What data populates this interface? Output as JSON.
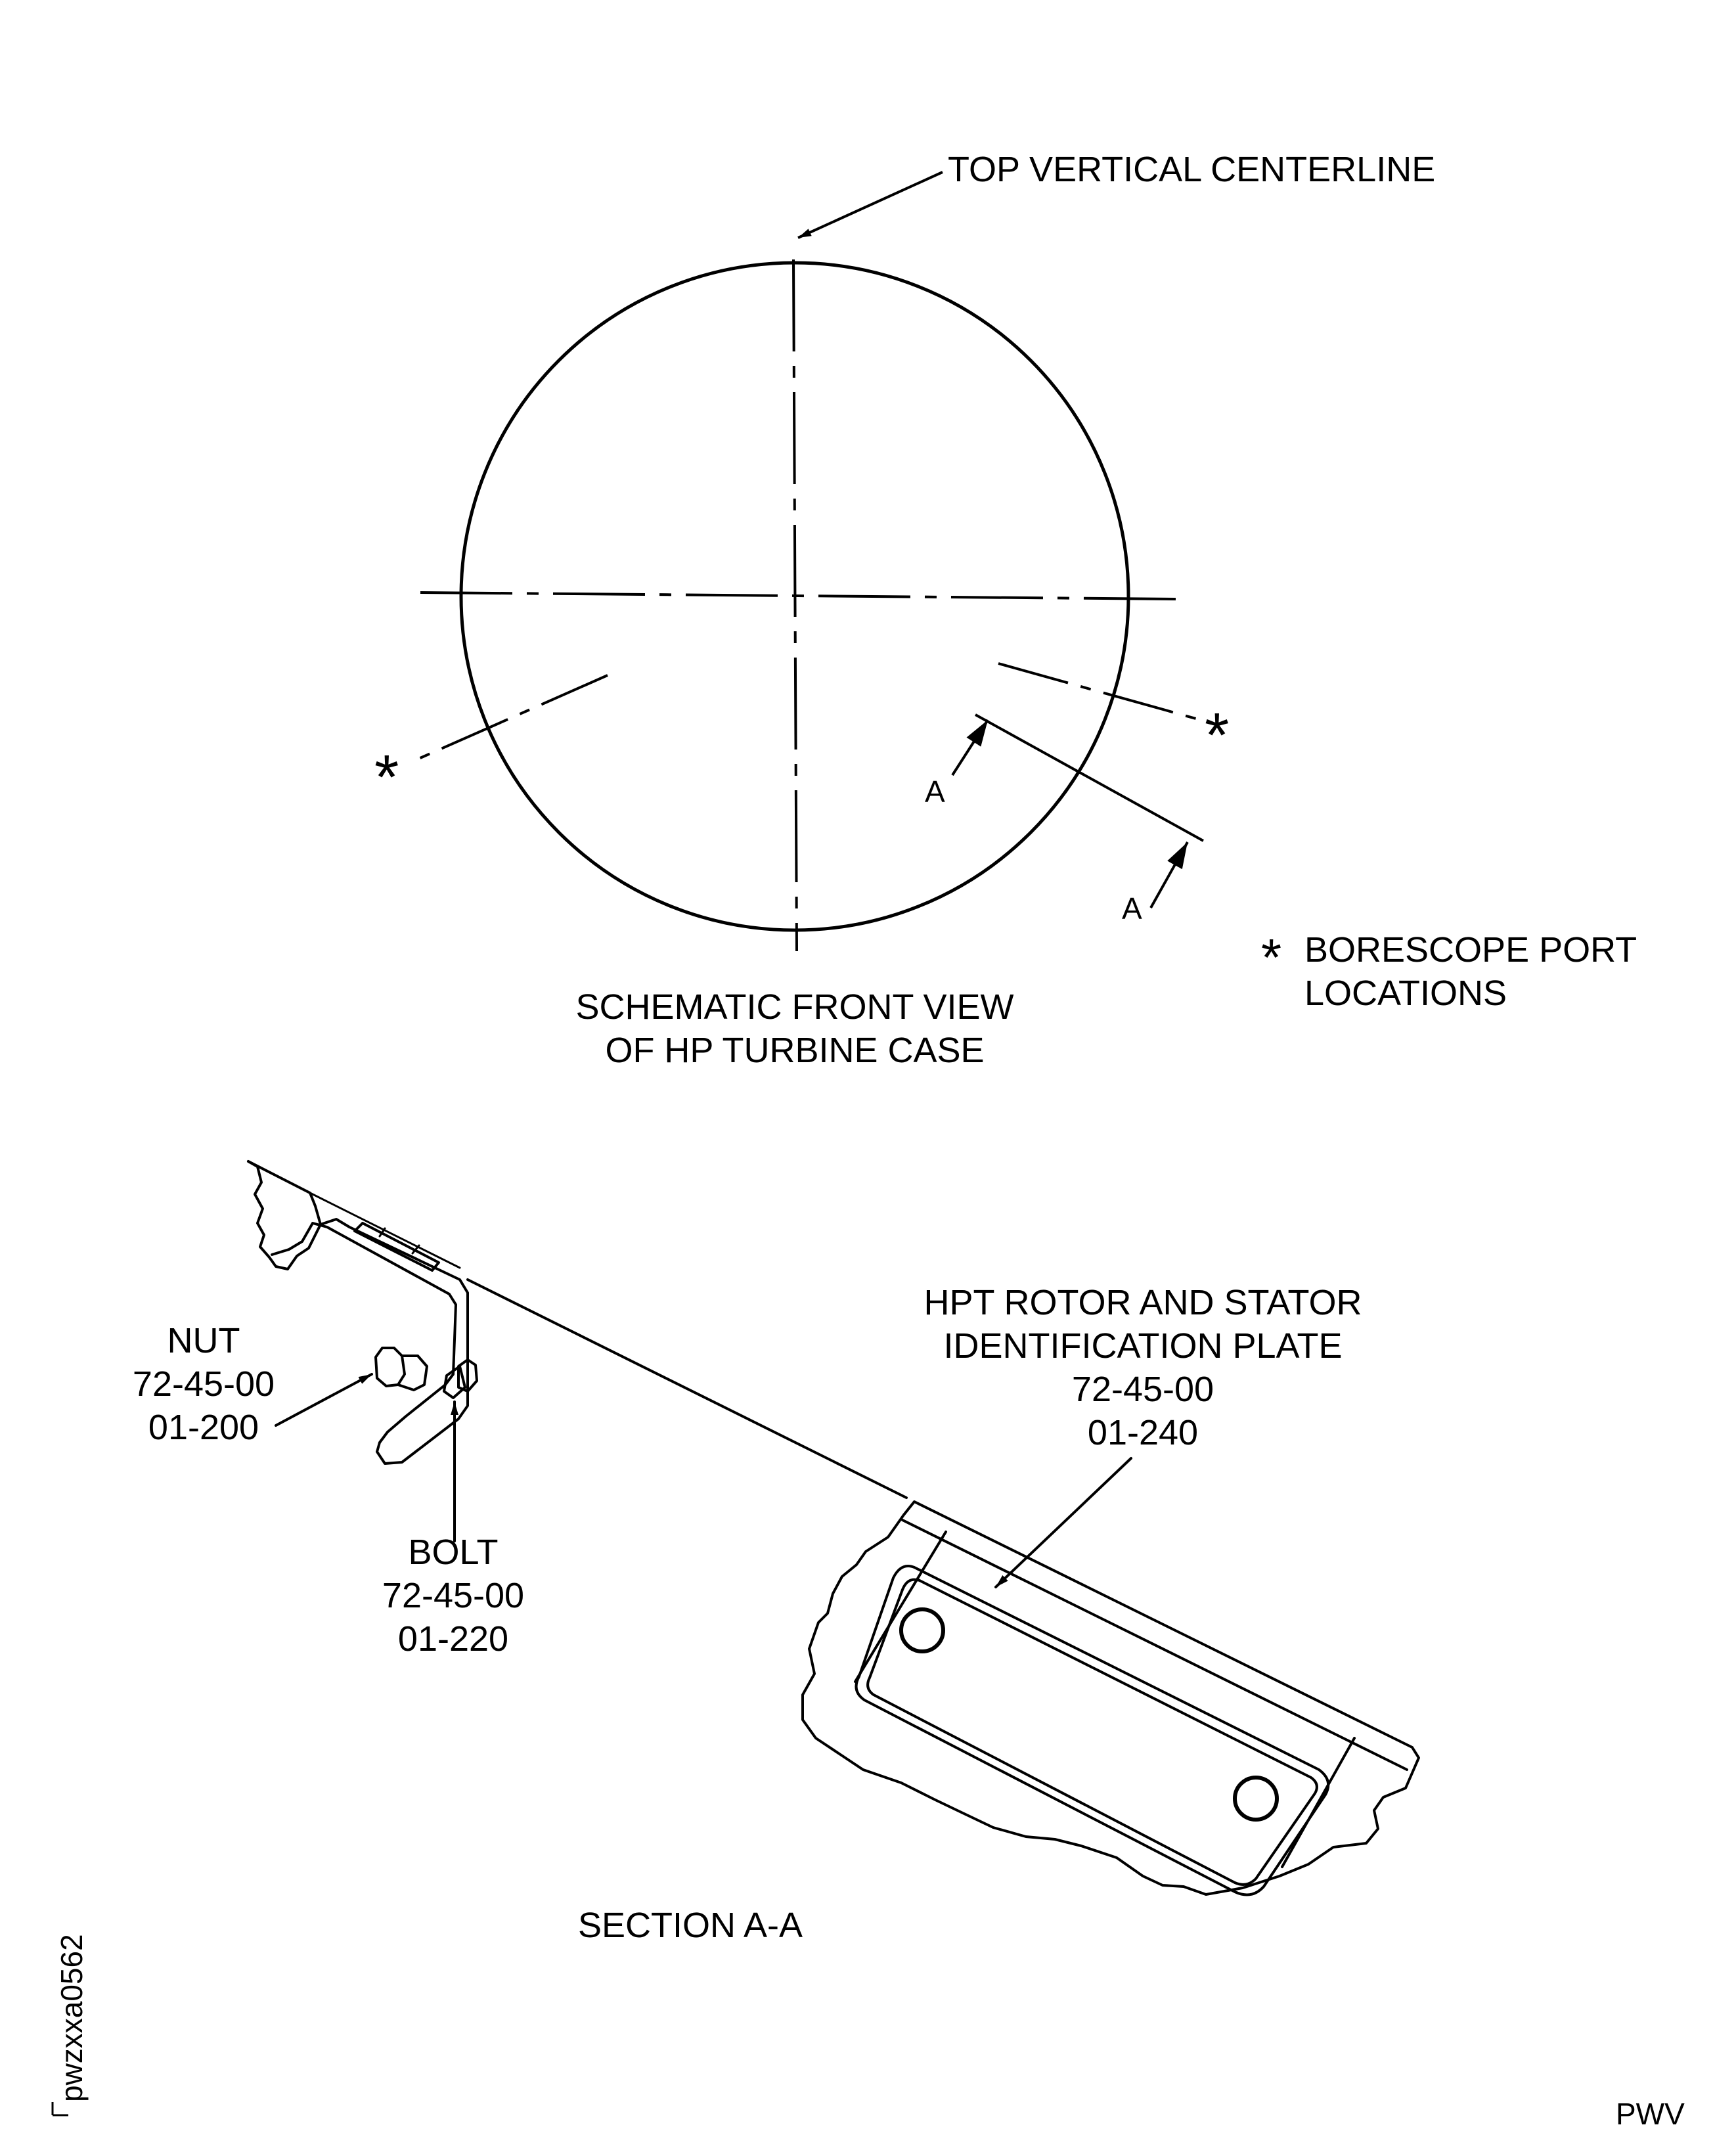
{
  "front_view": {
    "centerline_label": "TOP VERTICAL CENTERLINE",
    "caption_line1": "SCHEMATIC FRONT VIEW",
    "caption_line2": "OF HP TURBINE CASE",
    "section_mark_upper": "A",
    "section_mark_lower": "A",
    "port_marker_left": "*",
    "port_marker_right": "*"
  },
  "legend": {
    "symbol": "*",
    "line1": "BORESCOPE PORT",
    "line2": "LOCATIONS"
  },
  "section": {
    "title": "SECTION A-A",
    "nut": {
      "name": "NUT",
      "ref1": "72-45-00",
      "ref2": "01-200"
    },
    "bolt": {
      "name": "BOLT",
      "ref1": "72-45-00",
      "ref2": "01-220"
    },
    "plate": {
      "line1": "HPT ROTOR AND STATOR",
      "line2": "IDENTIFICATION PLATE",
      "ref1": "72-45-00",
      "ref2": "01-240"
    }
  },
  "figure_id": "pwzxxa0562",
  "corner_code": "PWV",
  "colors": {
    "ink": "#000000",
    "paper": "#ffffff"
  }
}
